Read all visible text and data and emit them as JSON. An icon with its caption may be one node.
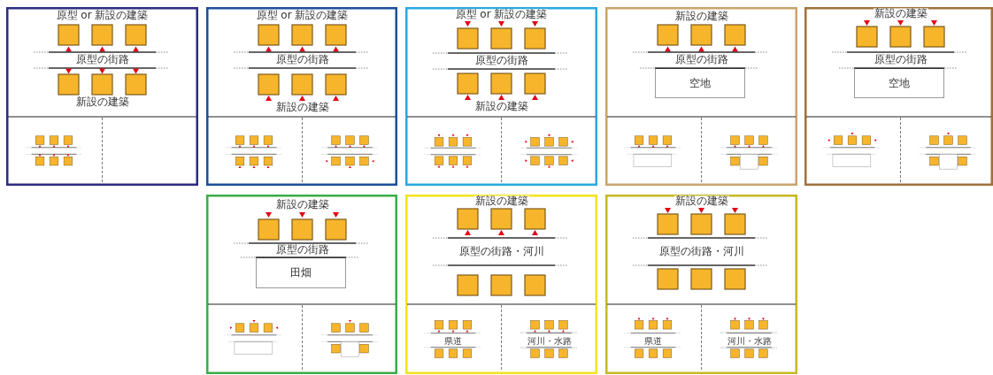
{
  "diagram": {
    "nodes": [
      {
        "text": [
          "原型 or 新設の建築",
          "原型の街路",
          "新設の建築"
        ]
      },
      {
        "text": [
          "原型 or 新設の建築",
          "原型の街路",
          "新設の建築"
        ]
      },
      {
        "text": [
          "原型 or 新設の建築",
          "原型の街路",
          "新設の建築"
        ]
      },
      {
        "text": [
          "新設の建築",
          "原型の街路"
        ]
      },
      {
        "text": [
          "空地"
        ],
        "in": 3
      },
      {
        "text": [
          "新設の建築",
          "原型の街路"
        ]
      },
      {
        "text": [
          "空地"
        ],
        "in": 5
      },
      {
        "text": [
          "新設の建築",
          "原型の街路"
        ]
      },
      {
        "text": [
          "田畑"
        ],
        "in": 7
      },
      {
        "text": [
          "新設の建築",
          "原型の街路・河川",
          "県道",
          "河川・水路"
        ]
      },
      {
        "text": [
          "新設の建築",
          "原型の街路・河川",
          "県道",
          "河川・水路"
        ]
      }
    ]
  }
}
